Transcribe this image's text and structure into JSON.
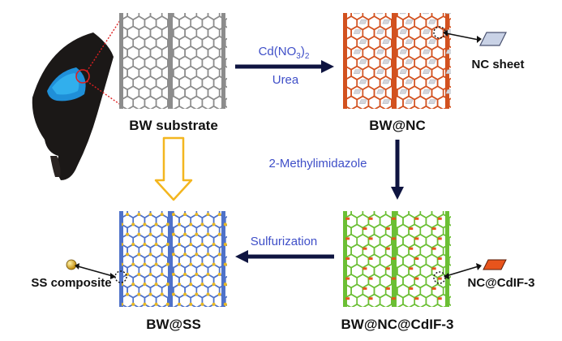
{
  "stages": {
    "bw_substrate": {
      "label": "BW substrate",
      "color": "#8c8c8c"
    },
    "bw_nc": {
      "label": "BW@NC",
      "color": "#d2511f"
    },
    "bw_nc_cdif3": {
      "label": "BW@NC@CdIF-3",
      "color": "#6bbf34"
    },
    "bw_ss": {
      "label": "BW@SS",
      "color": "#4f72c9"
    }
  },
  "insets": {
    "nc_sheet": {
      "label": "NC sheet",
      "color": "#c9d2e6"
    },
    "nc_cdif3": {
      "label": "NC@CdIF-3",
      "color": "#e8541c"
    },
    "ss_composite": {
      "label": "SS composite",
      "color": "#e3b51c"
    }
  },
  "arrows": {
    "step1": {
      "reagent_main": "Cd(NO",
      "reagent_sub1": "3",
      "reagent_close": ")",
      "reagent_sub2": "2",
      "reagent_second": "Urea"
    },
    "step2": {
      "reagent": "2-Methylimidazole"
    },
    "step3": {
      "reagent": "Sulfurization"
    },
    "direct": {
      "color": "#f3b61f"
    }
  },
  "colors": {
    "arrow_dark": "#0e1440",
    "reagent_text": "#3f4fc8",
    "particle": "#e8b824"
  }
}
